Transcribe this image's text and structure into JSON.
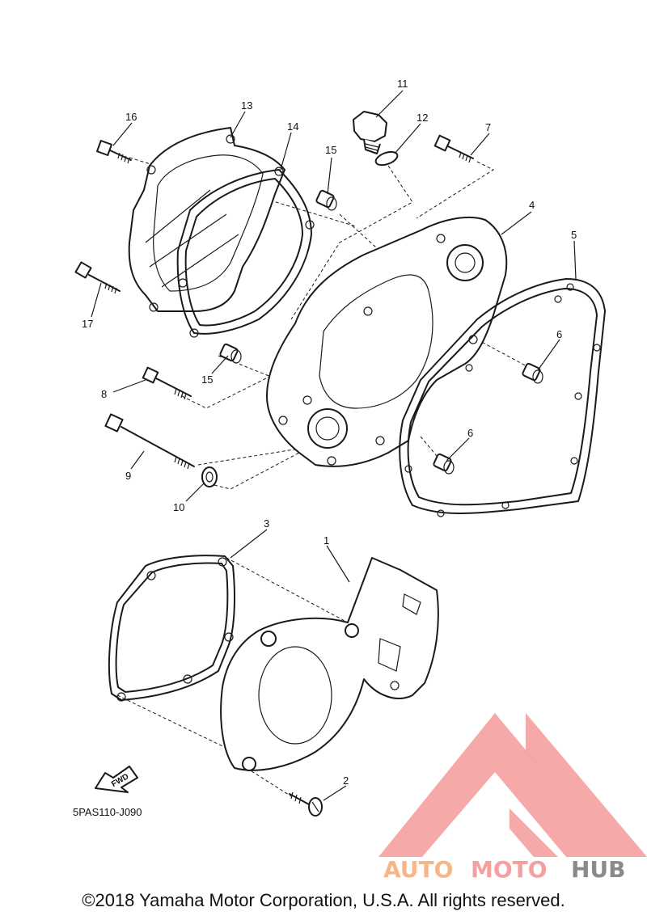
{
  "part_labels": {
    "p1": "1",
    "p2": "2",
    "p3": "3",
    "p4": "4",
    "p5": "5",
    "p6a": "6",
    "p6b": "6",
    "p7": "7",
    "p8": "8",
    "p9": "9",
    "p10": "10",
    "p11": "11",
    "p12": "12",
    "p13": "13",
    "p14": "14",
    "p15a": "15",
    "p15b": "15",
    "p16": "16",
    "p17": "17"
  },
  "fwd_marker": "FWD",
  "diagram_code": "5PAS110-J090",
  "watermark": {
    "auto": "AUTO",
    "moto": "MOTO",
    "hub": "HUB",
    "accent_color": "#f5a0a0",
    "text_color_light": "#f7b58a",
    "text_color_dark": "#8a8a8a"
  },
  "copyright": "©2018 Yamaha Motor Corporation, U.S.A. All rights reserved."
}
